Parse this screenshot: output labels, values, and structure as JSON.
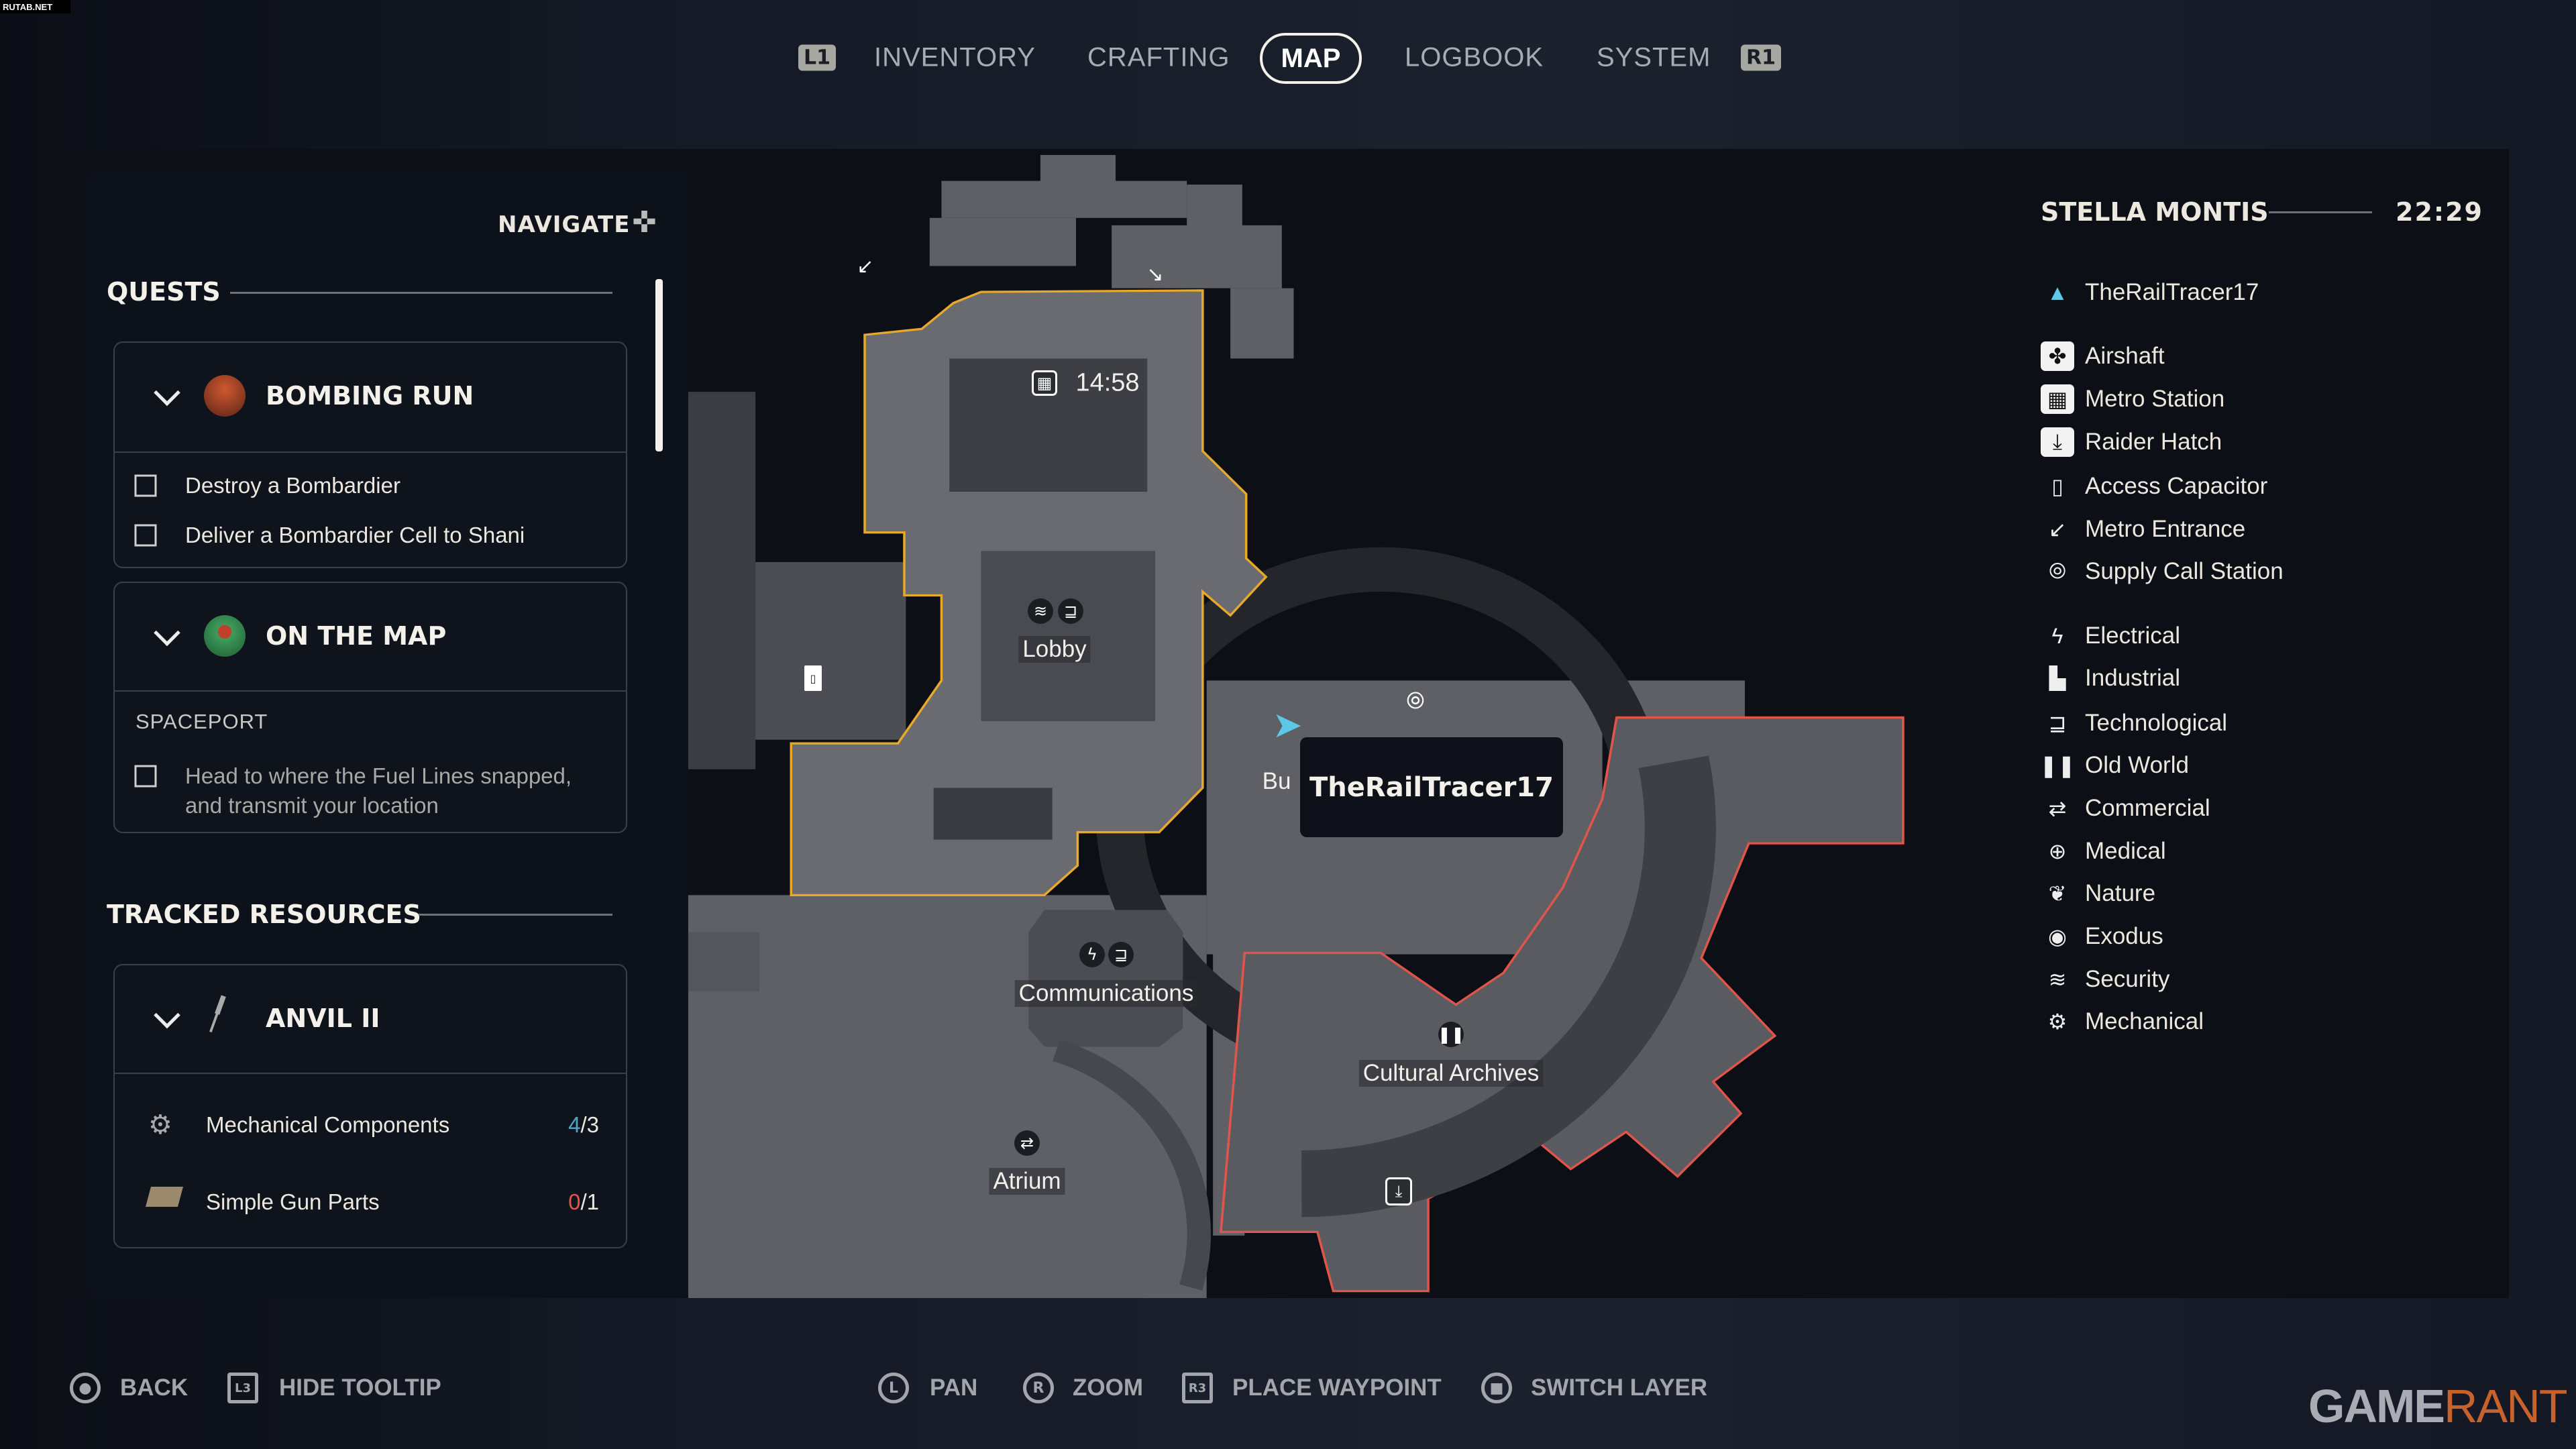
{
  "watermark": "RUTAB.NET",
  "nav": {
    "left_key": "L1",
    "right_key": "R1",
    "tabs": [
      "INVENTORY",
      "CRAFTING",
      "MAP",
      "LOGBOOK",
      "SYSTEM"
    ],
    "active": "MAP"
  },
  "left_panel": {
    "navigate_label": "NAVIGATE",
    "quests_title": "QUESTS",
    "quests": [
      {
        "title": "BOMBING RUN",
        "tasks": [
          "Destroy a Bombardier",
          "Deliver a Bombardier Cell to Shani"
        ]
      },
      {
        "title": "ON THE MAP",
        "location": "SPACEPORT",
        "tasks": [
          "Head to where the Fuel Lines snapped,",
          "and transmit your location"
        ]
      }
    ],
    "tracked_title": "TRACKED RESOURCES",
    "tracked": {
      "title": "ANVIL II",
      "items": [
        {
          "name": "Mechanical Components",
          "have": "4",
          "need": "/3",
          "color": "#4fa3c7"
        },
        {
          "name": "Simple Gun Parts",
          "have": "0",
          "need": "/1",
          "color": "#e5544a"
        }
      ]
    }
  },
  "map": {
    "timer": "14:58",
    "labels": {
      "lobby": "Lobby",
      "communications": "Communications",
      "atrium": "Atrium",
      "cultural_archives": "Cultural Archives",
      "partial": "Bu"
    },
    "player_tooltip": "TheRailTracer17",
    "colors": {
      "yellow_zone": "#e8a92a",
      "red_zone": "#e0554a",
      "player": "#5cc8e8"
    }
  },
  "right_panel": {
    "region": "STELLA MONTIS",
    "time": "22:29",
    "player": "TheRailTracer17",
    "legend": [
      {
        "label": "Airshaft",
        "icon": "fan-icon",
        "box": true
      },
      {
        "label": "Metro Station",
        "icon": "metro-station-icon",
        "box": true
      },
      {
        "label": "Raider Hatch",
        "icon": "raider-hatch-icon",
        "box": true
      },
      {
        "label": "Access Capacitor",
        "icon": "door-icon"
      },
      {
        "label": "Metro Entrance",
        "icon": "stairs-icon"
      },
      {
        "label": "Supply Call Station",
        "icon": "antenna-icon"
      },
      {
        "label": "Electrical",
        "icon": "lightning-icon"
      },
      {
        "label": "Industrial",
        "icon": "factory-icon"
      },
      {
        "label": "Technological",
        "icon": "chip-icon"
      },
      {
        "label": "Old World",
        "icon": "book-icon"
      },
      {
        "label": "Commercial",
        "icon": "exchange-icon"
      },
      {
        "label": "Medical",
        "icon": "medical-cross-icon"
      },
      {
        "label": "Nature",
        "icon": "leaf-icon"
      },
      {
        "label": "Exodus",
        "icon": "eye-icon"
      },
      {
        "label": "Security",
        "icon": "chevrons-icon"
      },
      {
        "label": "Mechanical",
        "icon": "gear-icon"
      }
    ]
  },
  "bottom": {
    "back": "BACK",
    "hide_tooltip": "HIDE TOOLTIP",
    "l3": "L3",
    "pan": "PAN",
    "zoom": "ZOOM",
    "r3": "R3",
    "place_waypoint": "PLACE WAYPOINT",
    "switch_layer": "SWITCH LAYER"
  },
  "logo": {
    "part1": "GAME",
    "part2": "RANT",
    "color1": "#a9acb3",
    "color2": "#c8622c"
  }
}
